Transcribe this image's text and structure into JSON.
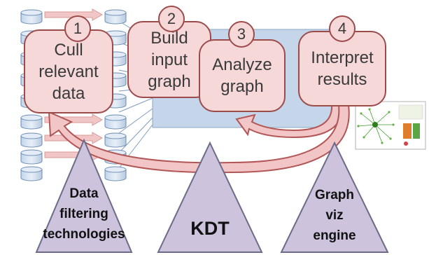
{
  "steps": [
    {
      "number": "1",
      "label": "Cull\nrelevant\ndata"
    },
    {
      "number": "2",
      "label": "Build\ninput\ngraph"
    },
    {
      "number": "3",
      "label": "Analyze\ngraph"
    },
    {
      "number": "4",
      "label": "Interpret\nresults"
    }
  ],
  "technologies": [
    {
      "label": "Data\nfiltering\ntechnologies"
    },
    {
      "label": "KDT"
    },
    {
      "label": "Graph\nviz\nengine"
    }
  ],
  "colors": {
    "step_fill": "#f6d8d8",
    "step_border": "#9c4b4b",
    "triangle_fill": "#cdc3dd",
    "triangle_border": "#6b6b8a",
    "database_fill": "#d6e2ef",
    "database_border": "#6b8db3",
    "panel_fill": "#c5d6ea",
    "arrow_fill": "#f2c6c6",
    "arrow_border": "#b25656"
  },
  "icons": [
    "database-icon",
    "graph-visualization-thumbnail"
  ]
}
